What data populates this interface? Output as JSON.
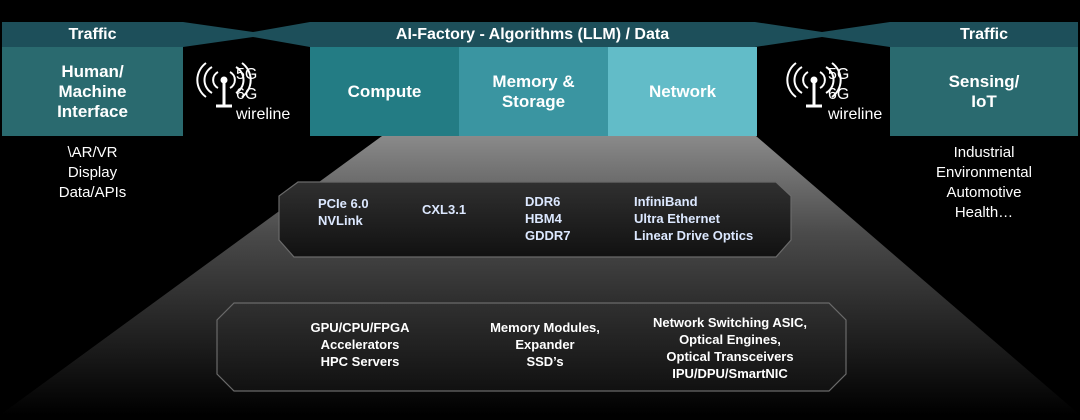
{
  "header": {
    "traffic_left": "Traffic",
    "title": "AI-Factory - Algorithms (LLM) / Data",
    "traffic_right": "Traffic"
  },
  "left_box": {
    "label": "Human/\nMachine\nInterface"
  },
  "right_box": {
    "label": "Sensing/\nIoT"
  },
  "connectivity_left": {
    "icon": "antenna-signal-icon",
    "label": "5G\n6G\nwireline"
  },
  "connectivity_right": {
    "icon": "antenna-signal-icon",
    "label": "5G\n6G\nwireline"
  },
  "pillars": [
    {
      "label": "Compute",
      "color": "#237c84"
    },
    {
      "label": "Memory &\nStorage",
      "color": "#3a95a1"
    },
    {
      "label": "Network",
      "color": "#62bcc8"
    }
  ],
  "left_list": "\\AR/VR\nDisplay\nData/APIs",
  "right_list": "Industrial\nEnvironmental\nAutomotive\nHealth…",
  "interconnect_layer": {
    "col1": "PCIe 6.0\nNVLink",
    "col2": "CXL3.1",
    "col3": "DDR6\nHBM4\nGDDR7",
    "col4": "InfiniBand\nUltra Ethernet\nLinear Drive Optics"
  },
  "hardware_layer": {
    "col1": "GPU/CPU/FPGA\nAccelerators\nHPC Servers",
    "col2": "Memory Modules,\nExpander\nSSD’s",
    "col3": "Network Switching ASIC,\nOptical Engines,\nOptical Transceivers\nIPU/DPU/SmartNIC"
  },
  "colors": {
    "banner": "#1d4f5a",
    "side_box": "#2a6a6f",
    "text_highlight": "#dce8ff"
  }
}
